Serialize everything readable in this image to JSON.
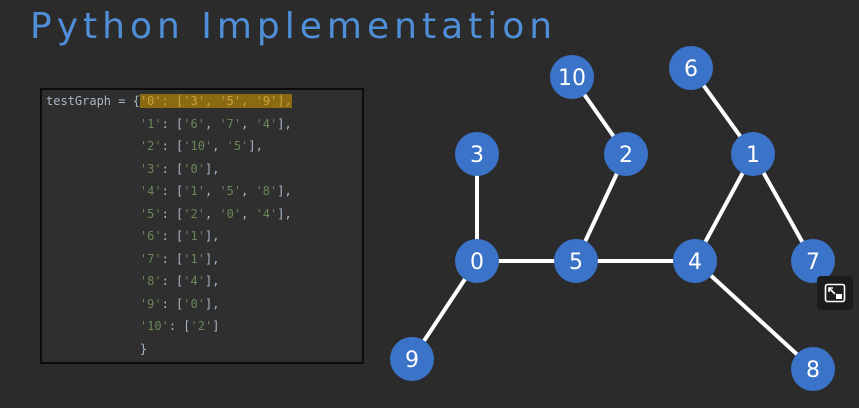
{
  "slide": {
    "title": "Python Implementation"
  },
  "code": {
    "var": "testGraph",
    "entries": [
      {
        "key": "0",
        "values": [
          "3",
          "5",
          "9"
        ]
      },
      {
        "key": "1",
        "values": [
          "6",
          "7",
          "4"
        ]
      },
      {
        "key": "2",
        "values": [
          "10",
          "5"
        ]
      },
      {
        "key": "3",
        "values": [
          "0"
        ]
      },
      {
        "key": "4",
        "values": [
          "1",
          "5",
          "8"
        ]
      },
      {
        "key": "5",
        "values": [
          "2",
          "0",
          "4"
        ]
      },
      {
        "key": "6",
        "values": [
          "1"
        ]
      },
      {
        "key": "7",
        "values": [
          "1"
        ]
      },
      {
        "key": "8",
        "values": [
          "4"
        ]
      },
      {
        "key": "9",
        "values": [
          "0"
        ]
      },
      {
        "key": "10",
        "values": [
          "2"
        ]
      }
    ],
    "highlighted_entry": 0
  },
  "graph": {
    "nodes": [
      "0",
      "1",
      "2",
      "3",
      "4",
      "5",
      "6",
      "7",
      "8",
      "9",
      "10"
    ],
    "edges": [
      [
        "0",
        "3"
      ],
      [
        "0",
        "5"
      ],
      [
        "0",
        "9"
      ],
      [
        "5",
        "2"
      ],
      [
        "2",
        "10"
      ],
      [
        "5",
        "4"
      ],
      [
        "4",
        "1"
      ],
      [
        "1",
        "6"
      ],
      [
        "1",
        "7"
      ],
      [
        "4",
        "8"
      ]
    ],
    "node_color": "#3a73c8",
    "edge_color": "#ffffff"
  },
  "controls": {
    "pip_icon": "picture-in-picture-icon"
  }
}
